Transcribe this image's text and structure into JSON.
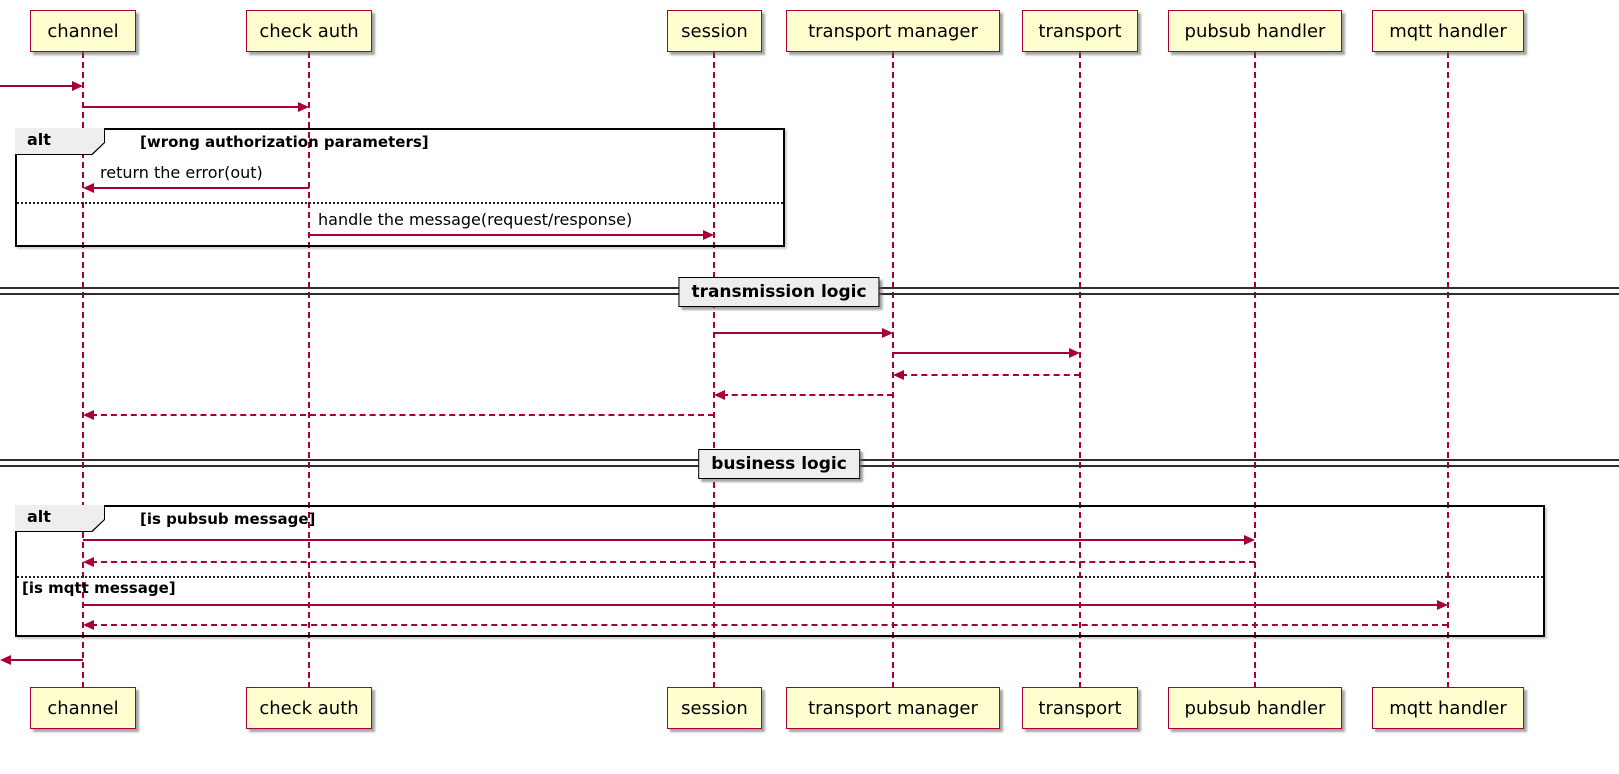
{
  "colors": {
    "lifeline_and_arrows": "#A80036",
    "participant_fill": "#FEFECE",
    "frame_border": "#000000",
    "operator_tab_fill": "#EEEEEE"
  },
  "participants": [
    {
      "label": "channel"
    },
    {
      "label": "check auth"
    },
    {
      "label": "session"
    },
    {
      "label": "transport manager"
    },
    {
      "label": "transport"
    },
    {
      "label": "pubsub handler"
    },
    {
      "label": "mqtt handler"
    }
  ],
  "dividers": [
    {
      "label": "transmission logic"
    },
    {
      "label": "business logic"
    }
  ],
  "frames": [
    {
      "operator": "alt",
      "condition": "[wrong authorization parameters]"
    },
    {
      "operator": "alt",
      "condition": "[is pubsub message]",
      "condition2": "[is mqtt message]"
    }
  ],
  "messages": [
    {
      "from": "external",
      "to": "channel",
      "style": "solid",
      "label": ""
    },
    {
      "from": "channel",
      "to": "check auth",
      "style": "solid",
      "label": ""
    },
    {
      "from": "check auth",
      "to": "channel",
      "style": "solid",
      "label": "return the error(out)",
      "in_frame": "alt-1"
    },
    {
      "from": "check auth",
      "to": "session",
      "style": "solid",
      "label": "handle the message(request/response)",
      "in_frame": "alt-1"
    },
    {
      "from": "session",
      "to": "transport manager",
      "style": "solid",
      "label": ""
    },
    {
      "from": "transport manager",
      "to": "transport",
      "style": "solid",
      "label": ""
    },
    {
      "from": "transport",
      "to": "transport manager",
      "style": "dashed",
      "label": ""
    },
    {
      "from": "transport manager",
      "to": "session",
      "style": "dashed",
      "label": ""
    },
    {
      "from": "session",
      "to": "channel",
      "style": "dashed",
      "label": ""
    },
    {
      "from": "channel",
      "to": "pubsub handler",
      "style": "solid",
      "label": "",
      "in_frame": "alt-2"
    },
    {
      "from": "pubsub handler",
      "to": "channel",
      "style": "dashed",
      "label": "",
      "in_frame": "alt-2"
    },
    {
      "from": "channel",
      "to": "mqtt handler",
      "style": "solid",
      "label": "",
      "in_frame": "alt-2"
    },
    {
      "from": "mqtt handler",
      "to": "channel",
      "style": "dashed",
      "label": "",
      "in_frame": "alt-2"
    },
    {
      "from": "channel",
      "to": "external",
      "style": "solid",
      "label": ""
    }
  ]
}
